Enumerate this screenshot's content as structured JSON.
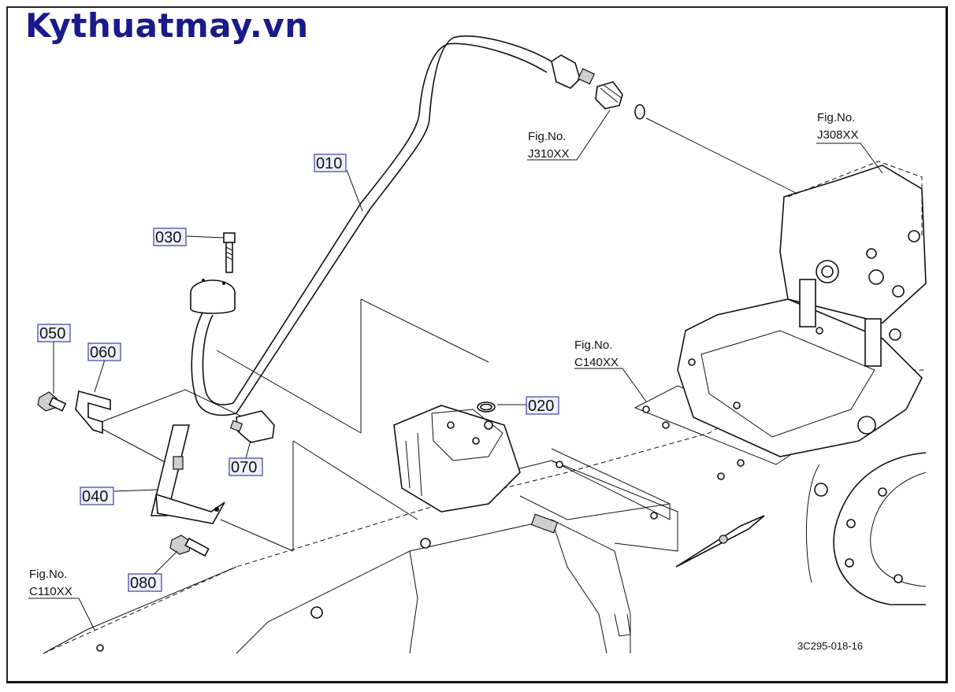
{
  "watermark": "Kythuatmay.vn",
  "parts": [
    {
      "id": "010",
      "label": "010"
    },
    {
      "id": "020",
      "label": "020"
    },
    {
      "id": "030",
      "label": "030"
    },
    {
      "id": "040",
      "label": "040"
    },
    {
      "id": "050",
      "label": "050"
    },
    {
      "id": "060",
      "label": "060"
    },
    {
      "id": "070",
      "label": "070"
    },
    {
      "id": "080",
      "label": "080"
    }
  ],
  "figure_refs": [
    {
      "title": "Fig.No.",
      "code": "J310XX"
    },
    {
      "title": "Fig.No.",
      "code": "J308XX"
    },
    {
      "title": "Fig.No.",
      "code": "C140XX"
    },
    {
      "title": "Fig.No.",
      "code": "C110XX"
    }
  ],
  "drawing_number": "3C295-018-16"
}
